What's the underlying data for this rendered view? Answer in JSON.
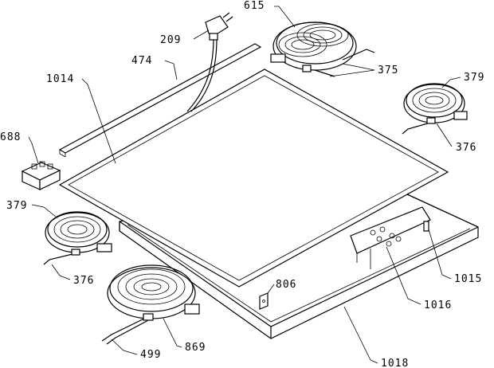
{
  "labels": {
    "l615": "615",
    "l209": "209",
    "l474": "474",
    "l375": "375",
    "l379a": "379",
    "l1014": "1014",
    "l376a": "376",
    "l688": "688",
    "l379b": "379",
    "l376b": "376",
    "l806": "806",
    "l1015": "1015",
    "l1016": "1016",
    "l869": "869",
    "l499": "499",
    "l1018": "1018"
  }
}
